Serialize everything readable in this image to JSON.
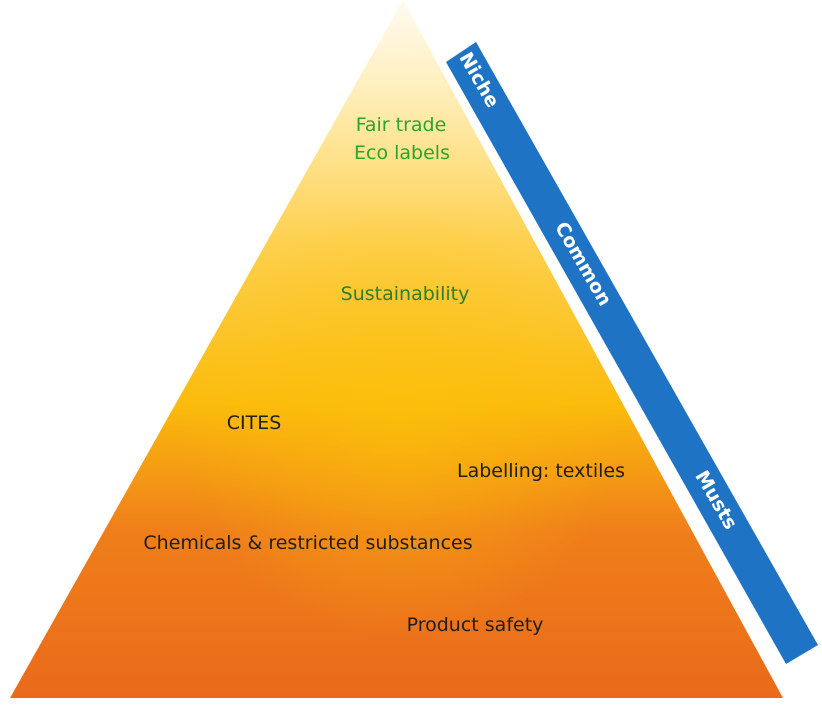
{
  "colors": {
    "tier_top_text": "#2aa52a",
    "tier_mid_text": "#2e7d2e",
    "tier_low_text": "#1e1e1e",
    "bar": "#1f73c4",
    "bar_text": "#ffffff",
    "pyramid_top": "#fff6d8",
    "pyramid_mid": "#fcbf0a",
    "pyramid_base": "#ea6a1b"
  },
  "pyramid": {
    "labels": {
      "fair_trade": "Fair trade",
      "eco_labels": "Eco labels",
      "sustainability": "Sustainability",
      "cites": "CITES",
      "labelling_textiles": "Labelling: textiles",
      "chemicals": "Chemicals & restricted substances",
      "product_safety": "Product safety"
    }
  },
  "bar": {
    "niche": "Niche",
    "common": "Common",
    "musts": "Musts"
  }
}
